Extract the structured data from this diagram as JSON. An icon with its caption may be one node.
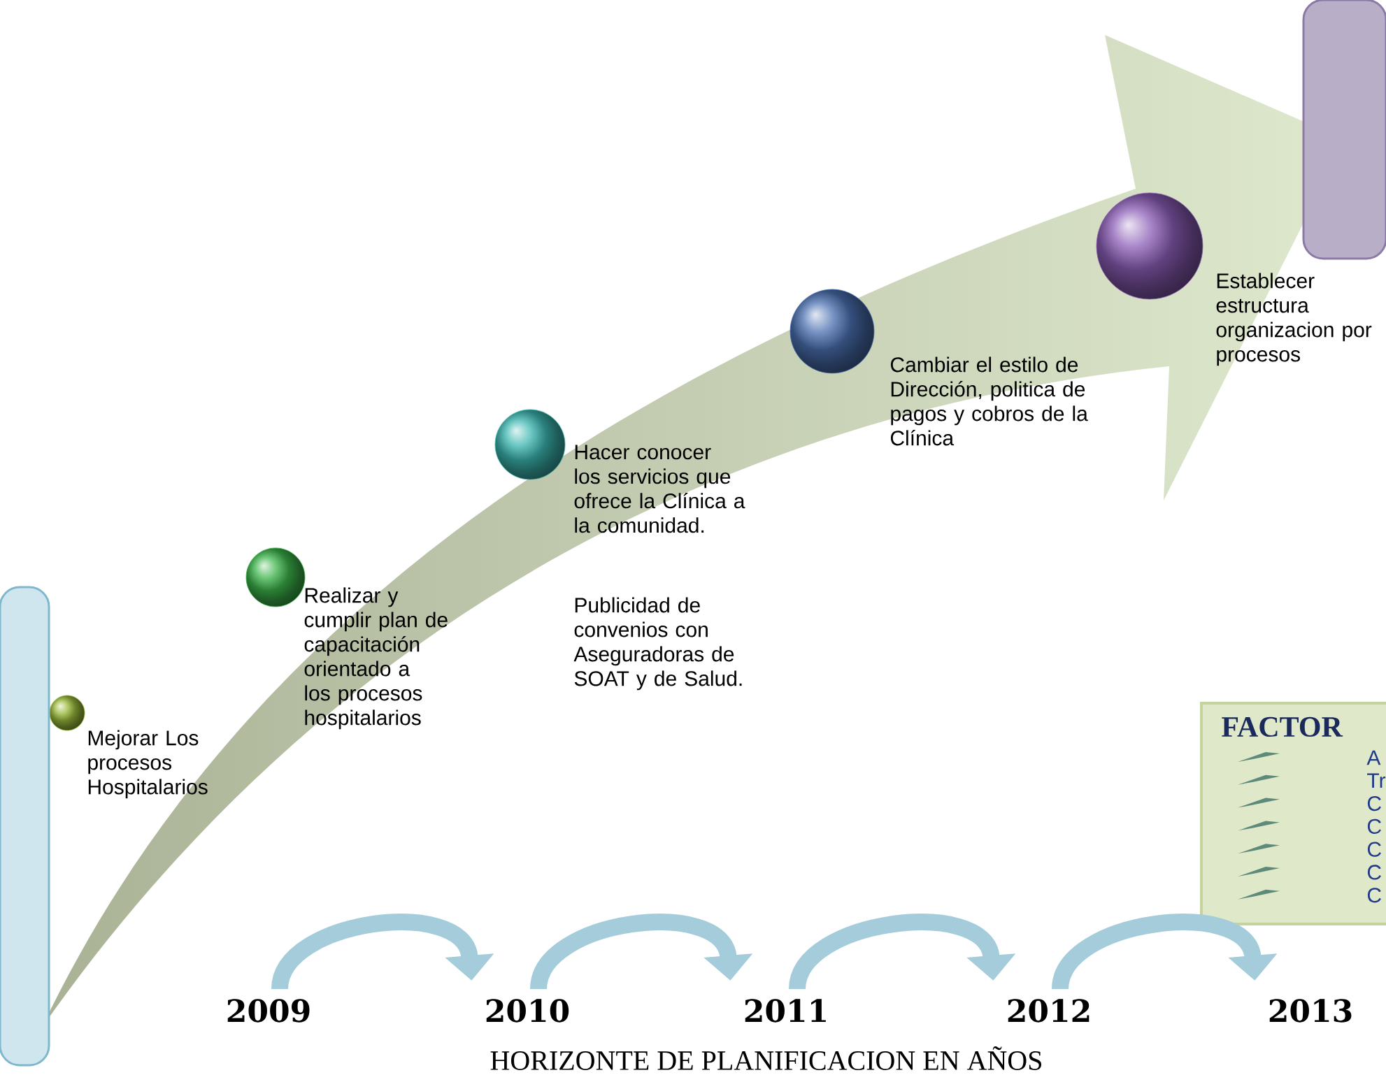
{
  "diagram": {
    "nodes": [
      {
        "text": [],
        "shape": "box"
      },
      {
        "text": [],
        "shape": "circle",
        "beside": [
          "Mejorar Los procesos Hospitalarios"
        ]
      },
      {
        "text": [],
        "shape": "circle",
        "beside": [
          "Realizar y cumplir plan de capacitación orientado a los procesos hospitalarios"
        ]
      },
      {
        "text": [],
        "shape": "circle",
        "beside": [
          "Hacer conocer los servicios que ofrece la Clínica a la comunidad.",
          "Publicidad de convenios con Aseguradoras de SOAT y de Salud."
        ]
      },
      {
        "text": [],
        "shape": "circle",
        "beside": [
          "Cambiar el estilo de Dirección, politica de pagos y cobros de la Clínica"
        ]
      },
      {
        "text": [],
        "shape": "circle",
        "beside": [
          "Establecer estructura organizacion por procesos"
        ]
      },
      {
        "text": [],
        "shape": "box"
      },
      {
        "text": [
          "FACTOR",
          "A",
          "Tr",
          "C",
          "C",
          "C",
          "C",
          "C"
        ]
      },
      {
        "text": [
          "2009"
        ]
      },
      {
        "text": [
          "2010"
        ]
      },
      {
        "text": [
          "2011"
        ]
      },
      {
        "text": [
          "2012"
        ]
      },
      {
        "text": [
          "2013"
        ]
      }
    ],
    "edges": [
      {
        "from": 8,
        "to": 9,
        "arrow": "to"
      },
      {
        "from": 9,
        "to": 10,
        "arrow": "to"
      },
      {
        "from": 10,
        "to": 11,
        "arrow": "to"
      },
      {
        "from": 11,
        "to": 12,
        "arrow": "to"
      }
    ],
    "labels": [
      "HORIZONTE DE PLANIFICACION EN AÑOS"
    ]
  }
}
